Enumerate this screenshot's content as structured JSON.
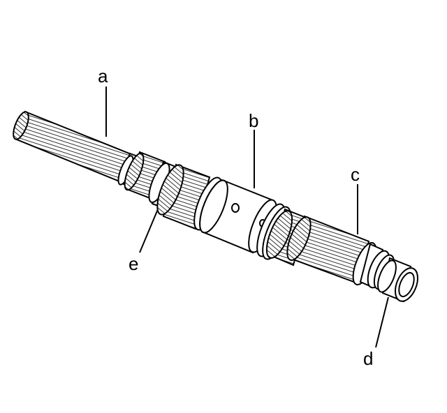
{
  "callouts": [
    {
      "id": "a",
      "label": "a"
    },
    {
      "id": "b",
      "label": "b"
    },
    {
      "id": "c",
      "label": "c"
    },
    {
      "id": "d",
      "label": "d"
    },
    {
      "id": "e",
      "label": "e"
    }
  ]
}
